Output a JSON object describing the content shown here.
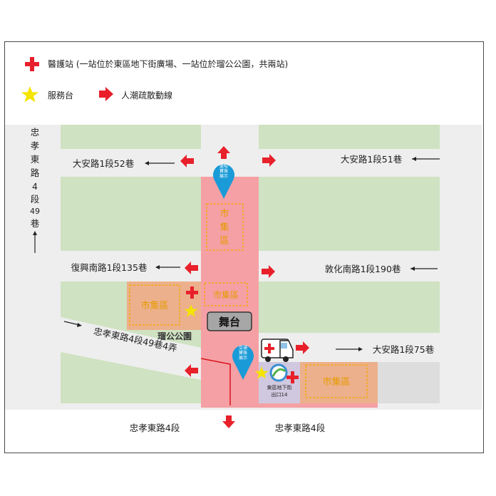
{
  "legend": {
    "medical": "醫護站 (一站位於東區地下街廣場、一站位於瑠公公園，共兩站)",
    "service": "服務台",
    "evacuation": "人潮疏散動線"
  },
  "roads": {
    "zhongxiao_alley": [
      "忠",
      "孝",
      "東",
      "路",
      "4",
      "段",
      "49",
      "巷"
    ],
    "daan_52": "大安路1段52巷",
    "daan_51": "大安路1段51巷",
    "fuxing_135": "復興南路1段135巷",
    "dunhua_190": "敦化南路1段190巷",
    "zhongxiao_lane": "忠孝東路4段49巷4弄",
    "daan_75": "大安路1段75巷",
    "zhongxiao_left": "忠孝東路4段",
    "zhongxiao_right": "忠孝東路4段"
  },
  "areas": {
    "market_vertical": [
      "市",
      "集",
      "區"
    ],
    "market": "市集區",
    "stage": "舞台",
    "park": "瑠公公園"
  },
  "pins": {
    "top": [
      "盛暄",
      "寶珠",
      "展示"
    ],
    "bottom": [
      "交通",
      "寶珠",
      "展示"
    ]
  },
  "exit": [
    "東區地下街",
    "出口14"
  ],
  "colors": {
    "green": "#cfe2c2",
    "road": "#eeeeee",
    "pink": "#f5a0a4",
    "orange": "#ecb08c",
    "red": "#e8202a",
    "star": "#f5e400",
    "pin": "#1a9bd7",
    "dashed": "#f2a900"
  }
}
